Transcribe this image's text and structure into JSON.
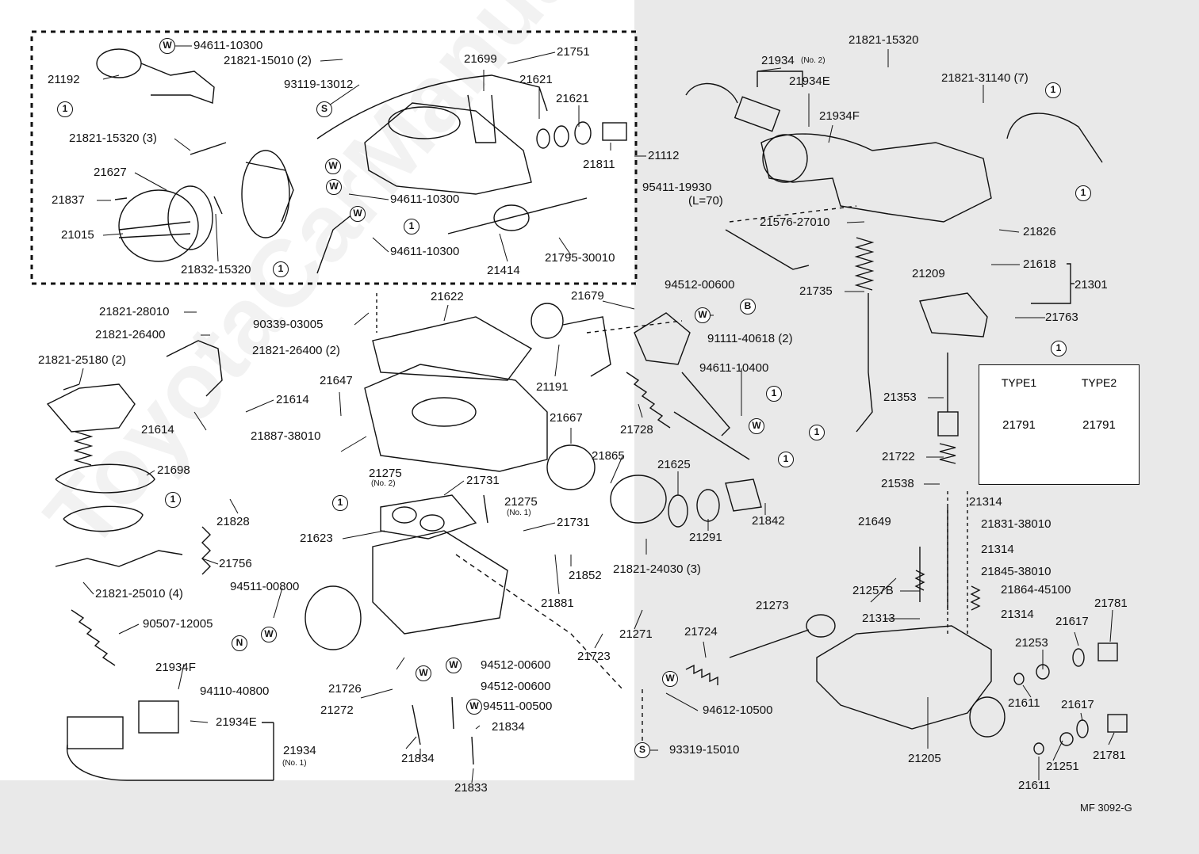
{
  "colors": {
    "background_right": "#e9e9e9",
    "background_left": "#ffffff",
    "ink": "#111111"
  },
  "diagram_code": "MF 3092-G",
  "watermark": "ToyotaCarManuals",
  "type_table": {
    "marker": "1",
    "type1_header": "TYPE1",
    "type2_header": "TYPE2",
    "type1_part": "21791",
    "type2_part": "21791"
  },
  "labels": [
    {
      "id": "l1",
      "text": "94611-10300"
    },
    {
      "id": "l2",
      "text": "21192"
    },
    {
      "id": "l3",
      "text": "21821-15010 (2)"
    },
    {
      "id": "l4",
      "text": "93119-13012"
    },
    {
      "id": "l5",
      "text": "21699"
    },
    {
      "id": "l6",
      "text": "21751"
    },
    {
      "id": "l7",
      "text": "21621"
    },
    {
      "id": "l8",
      "text": "21621"
    },
    {
      "id": "l9",
      "text": "21821-15320 (3)"
    },
    {
      "id": "l10",
      "text": "21627"
    },
    {
      "id": "l11",
      "text": "21837"
    },
    {
      "id": "l12",
      "text": "21015"
    },
    {
      "id": "l13",
      "text": "21832-15320"
    },
    {
      "id": "l14",
      "text": "94611-10300"
    },
    {
      "id": "l15",
      "text": "94611-10300"
    },
    {
      "id": "l16",
      "text": "21414"
    },
    {
      "id": "l17",
      "text": "21795-30010"
    },
    {
      "id": "l18",
      "text": "21811"
    },
    {
      "id": "l19",
      "text": "21112"
    },
    {
      "id": "l20",
      "text": "21821-15320"
    },
    {
      "id": "l21",
      "text": "21934"
    },
    {
      "id": "l22",
      "text": "21934E"
    },
    {
      "id": "l23",
      "text": "21821-31140 (7)"
    },
    {
      "id": "l24",
      "text": "21934F"
    },
    {
      "id": "l25",
      "text": "95411-19930"
    },
    {
      "id": "l26",
      "text": "(L=70)"
    },
    {
      "id": "l27",
      "text": "21576-27010"
    },
    {
      "id": "l28",
      "text": "21826"
    },
    {
      "id": "l29",
      "text": "21735"
    },
    {
      "id": "l30",
      "text": "21618"
    },
    {
      "id": "l31",
      "text": "21209"
    },
    {
      "id": "l32",
      "text": "21301"
    },
    {
      "id": "l33",
      "text": "21763"
    },
    {
      "id": "l34",
      "text": "21821-28010"
    },
    {
      "id": "l35",
      "text": "21821-26400"
    },
    {
      "id": "l36",
      "text": "21821-26400 (2)"
    },
    {
      "id": "l37",
      "text": "90339-03005"
    },
    {
      "id": "l38",
      "text": "21622"
    },
    {
      "id": "l39",
      "text": "21679"
    },
    {
      "id": "l40",
      "text": "94512-00600"
    },
    {
      "id": "l41",
      "text": "91111-40618 (2)"
    },
    {
      "id": "l42",
      "text": "21821-25180 (2)"
    },
    {
      "id": "l43",
      "text": "21647"
    },
    {
      "id": "l44",
      "text": "21614"
    },
    {
      "id": "l45",
      "text": "21614"
    },
    {
      "id": "l46",
      "text": "21191"
    },
    {
      "id": "l47",
      "text": "94611-10400"
    },
    {
      "id": "l48",
      "text": "21353"
    },
    {
      "id": "l49",
      "text": "21728"
    },
    {
      "id": "l50",
      "text": "21887-38010"
    },
    {
      "id": "l51",
      "text": "21667"
    },
    {
      "id": "l52",
      "text": "21698"
    },
    {
      "id": "l53",
      "text": "21275"
    },
    {
      "id": "l54",
      "text": "21731"
    },
    {
      "id": "l55",
      "text": "21865"
    },
    {
      "id": "l56",
      "text": "21625"
    },
    {
      "id": "l57",
      "text": "21722"
    },
    {
      "id": "l58",
      "text": "21538"
    },
    {
      "id": "l59",
      "text": "21828"
    },
    {
      "id": "l60",
      "text": "21275"
    },
    {
      "id": "l61",
      "text": "21731"
    },
    {
      "id": "l62",
      "text": "21842"
    },
    {
      "id": "l63",
      "text": "21291"
    },
    {
      "id": "l64",
      "text": "21314"
    },
    {
      "id": "l65",
      "text": "21649"
    },
    {
      "id": "l66",
      "text": "21831-38010"
    },
    {
      "id": "l67",
      "text": "21623"
    },
    {
      "id": "l68",
      "text": "21314"
    },
    {
      "id": "l69",
      "text": "21756"
    },
    {
      "id": "l70",
      "text": "21852"
    },
    {
      "id": "l71",
      "text": "21821-24030 (3)"
    },
    {
      "id": "l72",
      "text": "21845-38010"
    },
    {
      "id": "l73",
      "text": "21821-25010 (4)"
    },
    {
      "id": "l74",
      "text": "94511-00800"
    },
    {
      "id": "l75",
      "text": "21881"
    },
    {
      "id": "l76",
      "text": "21257B"
    },
    {
      "id": "l77",
      "text": "21864-45100"
    },
    {
      "id": "l78",
      "text": "21273"
    },
    {
      "id": "l79",
      "text": "21314"
    },
    {
      "id": "l80",
      "text": "21781"
    },
    {
      "id": "l81",
      "text": "21313"
    },
    {
      "id": "l82",
      "text": "21617"
    },
    {
      "id": "l83",
      "text": "90507-12005"
    },
    {
      "id": "l84",
      "text": "21271"
    },
    {
      "id": "l85",
      "text": "21724"
    },
    {
      "id": "l86",
      "text": "21253"
    },
    {
      "id": "l87",
      "text": "21723"
    },
    {
      "id": "l88",
      "text": "94512-00600"
    },
    {
      "id": "l89",
      "text": "21934F"
    },
    {
      "id": "l90",
      "text": "94512-00600"
    },
    {
      "id": "l91",
      "text": "21726"
    },
    {
      "id": "l92",
      "text": "94110-40800"
    },
    {
      "id": "l93",
      "text": "94511-00500"
    },
    {
      "id": "l94",
      "text": "21272"
    },
    {
      "id": "l95",
      "text": "21934E"
    },
    {
      "id": "l96",
      "text": "21834"
    },
    {
      "id": "l97",
      "text": "94612-10500"
    },
    {
      "id": "l98",
      "text": "21611"
    },
    {
      "id": "l99",
      "text": "21617"
    },
    {
      "id": "l100",
      "text": "21934"
    },
    {
      "id": "l101",
      "text": "21834"
    },
    {
      "id": "l102",
      "text": "21205"
    },
    {
      "id": "l103",
      "text": "93319-15010"
    },
    {
      "id": "l104",
      "text": "21251"
    },
    {
      "id": "l105",
      "text": "21781"
    },
    {
      "id": "l106",
      "text": "21833"
    },
    {
      "id": "l107",
      "text": "21611"
    }
  ],
  "sub_labels": [
    {
      "id": "s1",
      "text": "(No. 2)"
    },
    {
      "id": "s2",
      "text": "(No. 2)"
    },
    {
      "id": "s3",
      "text": "(No. 1)"
    },
    {
      "id": "s4",
      "text": "(No. 1)"
    }
  ],
  "markers": [
    {
      "id": "m1",
      "text": "W"
    },
    {
      "id": "m2",
      "text": "1"
    },
    {
      "id": "m3",
      "text": "S"
    },
    {
      "id": "m4",
      "text": "W"
    },
    {
      "id": "m5",
      "text": "W"
    },
    {
      "id": "m6",
      "text": "1"
    },
    {
      "id": "m7",
      "text": "1"
    },
    {
      "id": "m8",
      "text": "W"
    },
    {
      "id": "m9",
      "text": "1"
    },
    {
      "id": "m10",
      "text": "1"
    },
    {
      "id": "m11",
      "text": "W"
    },
    {
      "id": "m12",
      "text": "B"
    },
    {
      "id": "m13",
      "text": "1"
    },
    {
      "id": "m14",
      "text": "W"
    },
    {
      "id": "m15",
      "text": "1"
    },
    {
      "id": "m16",
      "text": "1"
    },
    {
      "id": "m17",
      "text": "1"
    },
    {
      "id": "m18",
      "text": "1"
    },
    {
      "id": "m19",
      "text": "W"
    },
    {
      "id": "m20",
      "text": "N"
    },
    {
      "id": "m21",
      "text": "W"
    },
    {
      "id": "m22",
      "text": "W"
    },
    {
      "id": "m23",
      "text": "W"
    },
    {
      "id": "m24",
      "text": "W"
    },
    {
      "id": "m25",
      "text": "S"
    }
  ]
}
